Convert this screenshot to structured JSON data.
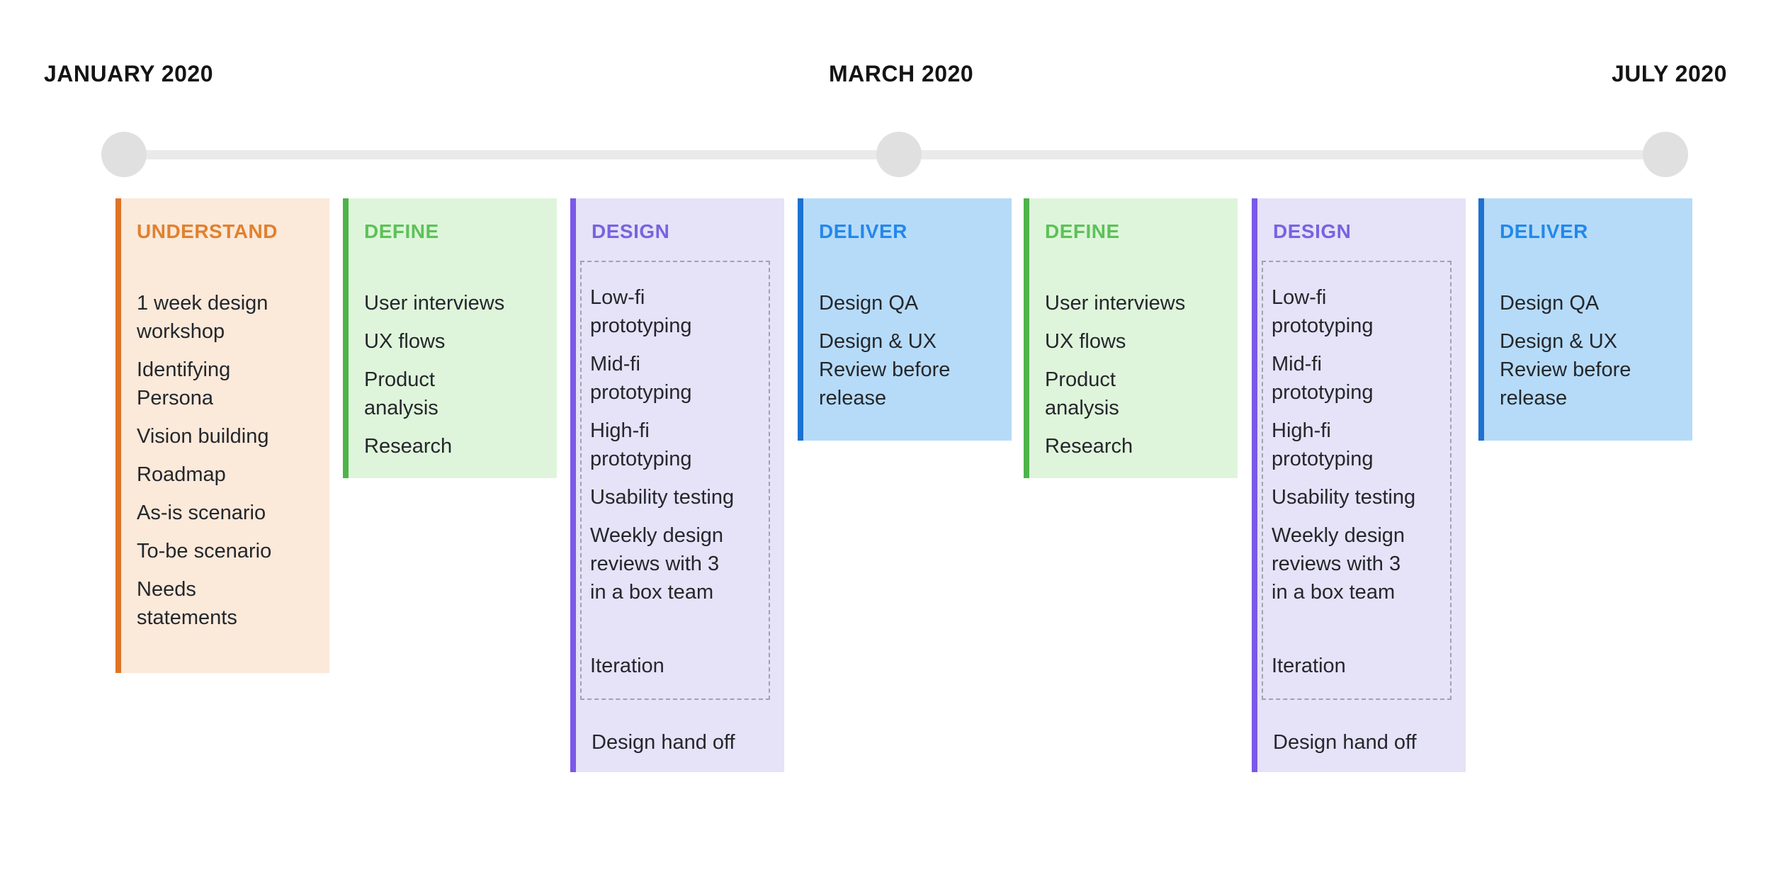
{
  "timeline": {
    "dates": [
      {
        "label": "JANUARY 2020"
      },
      {
        "label": "MARCH 2020"
      },
      {
        "label": "JULY 2020"
      }
    ]
  },
  "colors": {
    "date_text": "#141414",
    "body_text": "#24272C",
    "timeline_line": "#EAEAEA",
    "timeline_dot": "#E0E0E0",
    "dashed_border": "#A2A2AC",
    "themes": {
      "orange": {
        "accent": "#DE7426",
        "title": "#E0812F",
        "bg": "#FBE9DA"
      },
      "green": {
        "accent": "#4DB44A",
        "title": "#5CC257",
        "bg": "#DFF5DB"
      },
      "purple": {
        "accent": "#7A59E8",
        "title": "#7763E2",
        "bg": "#E6E2F7"
      },
      "blue": {
        "accent": "#1D71D1",
        "title": "#2388EA",
        "bg": "#B6DBF8"
      }
    }
  },
  "columns": [
    {
      "phase": "UNDERSTAND",
      "theme": "orange",
      "items": [
        {
          "text": "1 week design\nworkshop"
        },
        {
          "text": "Identifying\nPersona"
        },
        {
          "text": "Vision building"
        },
        {
          "text": "Roadmap"
        },
        {
          "text": "As-is scenario"
        },
        {
          "text": "To-be scenario"
        },
        {
          "text": "Needs\nstatements"
        }
      ]
    },
    {
      "phase": "DEFINE",
      "theme": "green",
      "items": [
        {
          "text": "User interviews"
        },
        {
          "text": "UX flows"
        },
        {
          "text": "Product\nanalysis"
        },
        {
          "text": "Research"
        }
      ]
    },
    {
      "phase": "DESIGN",
      "theme": "purple",
      "boxed_items": [
        {
          "text": "Low-fi\nprototyping"
        },
        {
          "text": "Mid-fi\nprototyping"
        },
        {
          "text": "High-fi\nprototyping"
        },
        {
          "text": "Usability testing"
        },
        {
          "text": "Weekly design\nreviews with 3\nin a box team"
        },
        {
          "text": "Iteration",
          "extra_gap": true
        }
      ],
      "items": [
        {
          "text": "Design hand off"
        }
      ]
    },
    {
      "phase": "DELIVER",
      "theme": "blue",
      "items": [
        {
          "text": "Design QA"
        },
        {
          "text": "Design & UX\nReview before\nrelease"
        }
      ]
    },
    {
      "phase": "DEFINE",
      "theme": "green",
      "items": [
        {
          "text": "User interviews"
        },
        {
          "text": "UX flows"
        },
        {
          "text": "Product\nanalysis"
        },
        {
          "text": "Research"
        }
      ]
    },
    {
      "phase": "DESIGN",
      "theme": "purple",
      "boxed_items": [
        {
          "text": "Low-fi\nprototyping"
        },
        {
          "text": "Mid-fi\nprototyping"
        },
        {
          "text": "High-fi\nprototyping"
        },
        {
          "text": "Usability testing"
        },
        {
          "text": "Weekly design\nreviews with 3\nin a box team"
        },
        {
          "text": "Iteration",
          "extra_gap": true
        }
      ],
      "items": [
        {
          "text": "Design hand off"
        }
      ]
    },
    {
      "phase": "DELIVER",
      "theme": "blue",
      "items": [
        {
          "text": "Design QA"
        },
        {
          "text": "Design & UX\nReview before\nrelease"
        }
      ]
    }
  ]
}
